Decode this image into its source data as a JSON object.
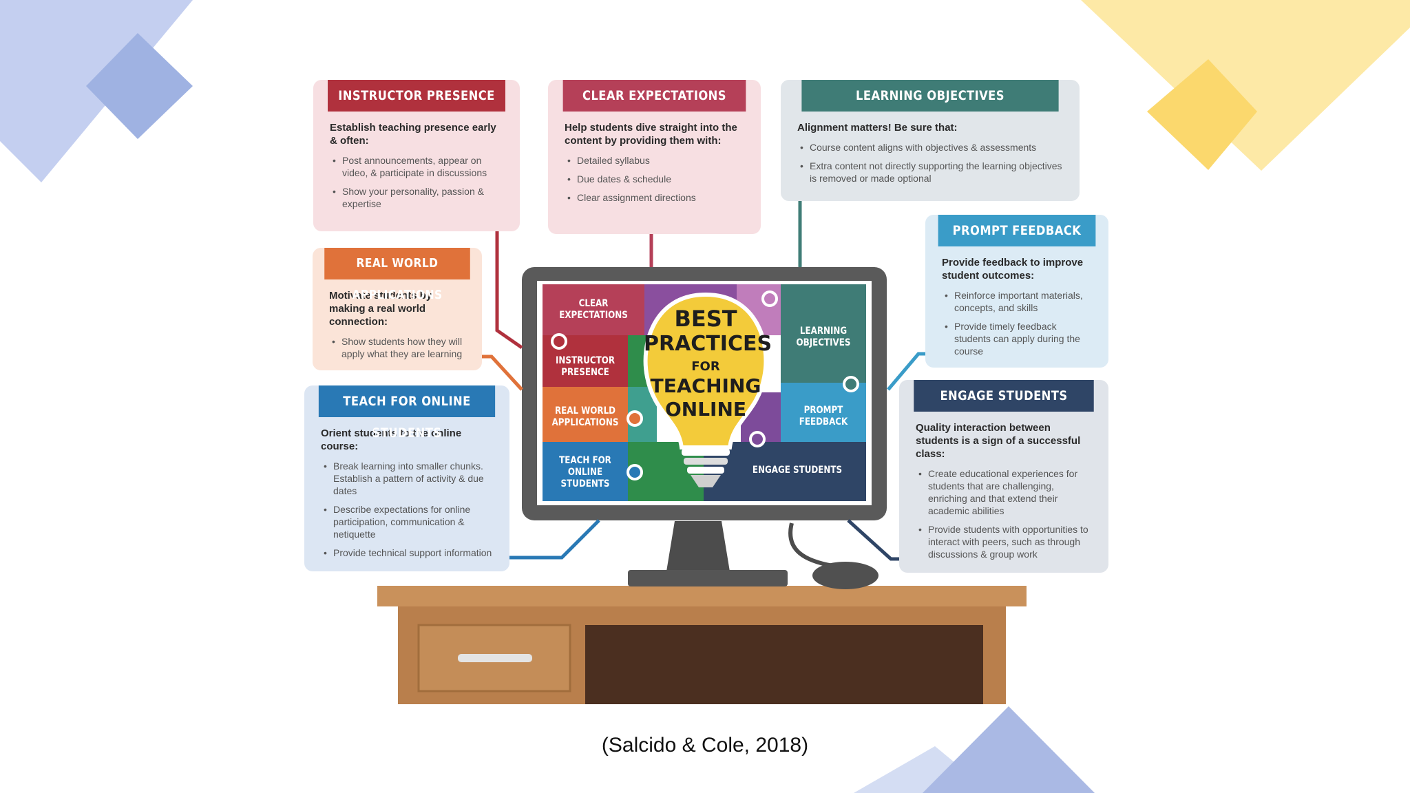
{
  "cards": {
    "instructor_presence": {
      "title": "INSTRUCTOR PRESENCE",
      "intro": "Establish teaching presence early & often:",
      "items": [
        "Post announcements, appear on video, & participate in discussions",
        "Show your personality, passion & expertise"
      ]
    },
    "clear_expectations": {
      "title": "CLEAR EXPECTATIONS",
      "intro": "Help students dive straight into the content by providing them with:",
      "items": [
        "Detailed syllabus",
        "Due dates & schedule",
        "Clear assignment directions"
      ]
    },
    "learning_objectives": {
      "title": "LEARNING OBJECTIVES",
      "intro": "Alignment matters! Be sure that:",
      "items": [
        "Course content aligns with objectives & assessments",
        "Extra content not directly supporting the learning objectives is removed or made optional"
      ]
    },
    "real_world_applications": {
      "title": "REAL WORLD APPLICATIONS",
      "intro": "Motivate students by making a real world connection:",
      "items": [
        "Show students how they will apply what they are learning"
      ]
    },
    "prompt_feedback": {
      "title": "PROMPT FEEDBACK",
      "intro": "Provide feedback to improve student outcomes:",
      "items": [
        "Reinforce important materials, concepts, and skills",
        "Provide timely feedback students can apply during the course"
      ]
    },
    "teach_for_online_students": {
      "title": "TEACH FOR ONLINE STUDENTS",
      "intro": "Orient students to the online course:",
      "items": [
        "Break learning into smaller chunks. Establish a pattern of activity & due dates",
        "Describe expectations for online participation, communication & netiquette",
        "Provide technical support information"
      ]
    },
    "engage_students": {
      "title": "ENGAGE STUDENTS",
      "intro": "Quality interaction between students is a sign of a successful class:",
      "items": [
        "Create educational experiences for students that are challenging, enriching and that extend their academic abilities",
        "Provide students with opportunities to interact with peers, such as through discussions & group work"
      ]
    }
  },
  "monitor": {
    "clear_expectations": "CLEAR EXPECTATIONS",
    "instructor_presence": "INSTRUCTOR PRESENCE",
    "real_world_applications": "REAL WORLD APPLICATIONS",
    "teach_for_online_students": "TEACH FOR ONLINE STUDENTS",
    "learning_objectives": "LEARNING OBJECTIVES",
    "prompt_feedback": "PROMPT FEEDBACK",
    "engage_students": "ENGAGE STUDENTS",
    "bulb": {
      "line1": "BEST",
      "line2": "PRACTICES",
      "line3": "FOR",
      "line4": "TEACHING",
      "line5": "ONLINE"
    }
  },
  "caption": "(Salcido & Cole, 2018)",
  "colors": {
    "instructor": "#b0313d",
    "clear": "#b54058",
    "objectives": "#3f7c76",
    "realworld": "#e0723a",
    "feedback": "#3a9cc8",
    "teach": "#2979b5",
    "engage": "#2f4566",
    "purple": "#8a4f9e",
    "green": "#2f8d4b",
    "bulb": "#f3cb3a",
    "deco_blue": "#a9b8e6",
    "deco_yellow": "#fbe08d"
  }
}
